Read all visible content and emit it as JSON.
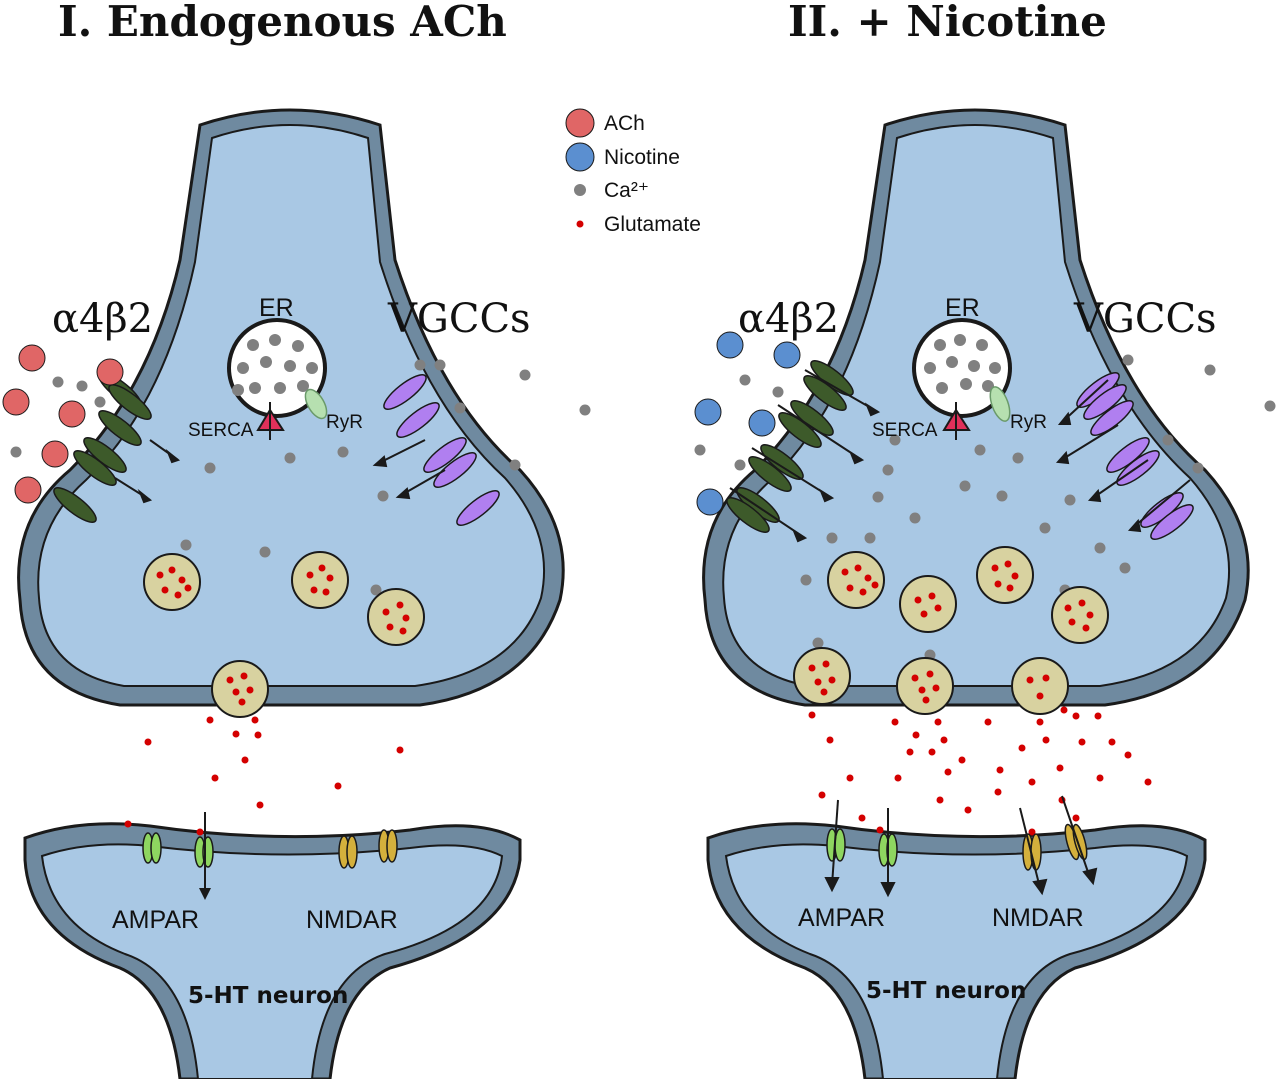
{
  "panels": [
    {
      "title": "I. Endogenous ACh",
      "receptor_label": "α4β2",
      "channel_label": "VGCCs",
      "er_label": "ER",
      "serca_label": "SERCA",
      "ryr_label": "RyR",
      "ampar_label": "AMPAR",
      "nmdar_label": "NMDAR",
      "neuron_label": "5-HT neuron",
      "agonist": "ACh"
    },
    {
      "title": "II. + Nicotine",
      "receptor_label": "α4β2",
      "channel_label": "VGCCs",
      "er_label": "ER",
      "serca_label": "SERCA",
      "ryr_label": "RyR",
      "ampar_label": "AMPAR",
      "nmdar_label": "NMDAR",
      "neuron_label": "5-HT neuron",
      "agonist": "Nicotine"
    }
  ],
  "legend": {
    "items": [
      {
        "label": "ACh",
        "icon": "ach-icon"
      },
      {
        "label": "Nicotine",
        "icon": "nicotine-icon"
      },
      {
        "label": "Ca²⁺",
        "icon": "calcium-icon"
      },
      {
        "label": "Glutamate",
        "icon": "glutamate-icon"
      }
    ]
  },
  "colors": {
    "membrane": "#6f8aa0",
    "cytoplasm": "#a9c8e4",
    "ach": "#e06666",
    "nicotine": "#5b8fd0",
    "calcium": "#808080",
    "glutamate": "#d40000",
    "vesicle": "#d8d2a0",
    "receptor": "#3d5a2a",
    "vgcc": "#b07ff0",
    "ampar": "#8ed660",
    "nmdar": "#d4b03c",
    "ryr": "#b6e0b0",
    "serca": "#e0305a"
  }
}
